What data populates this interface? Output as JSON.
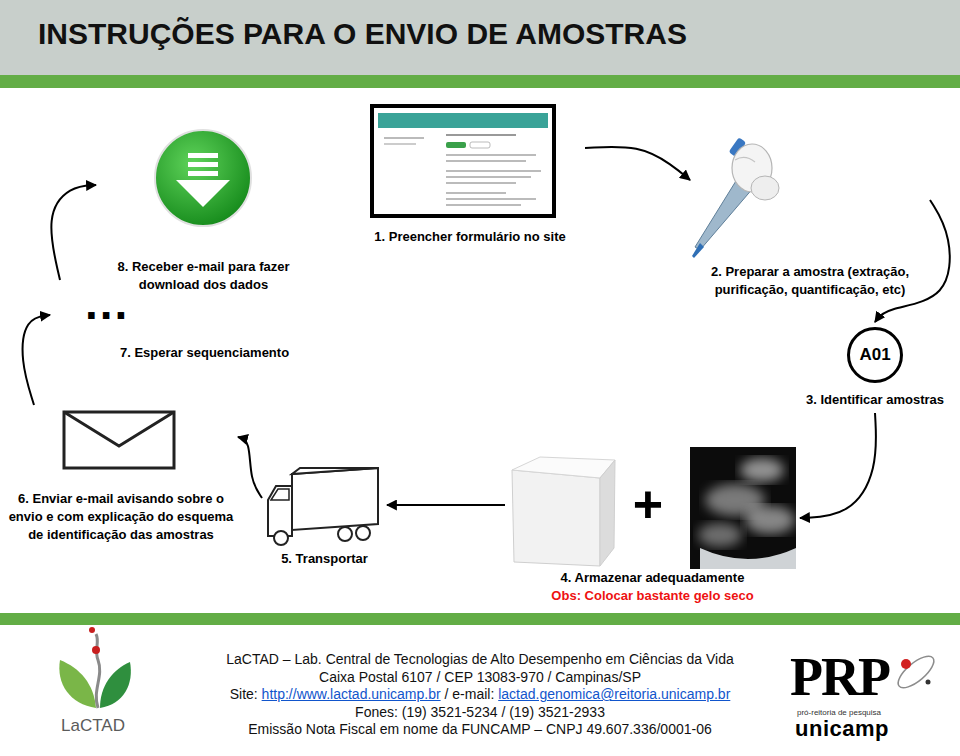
{
  "diagram": {
    "title": "INSTRUÇÕES PARA O ENVIO DE AMOSTRAS",
    "nodes": [
      {
        "text": [
          "1. Preencher formulário no site"
        ]
      },
      {
        "text": [
          "2. Preparar a amostra (extração, purificação, quantificação, etc)"
        ]
      },
      {
        "text": [
          "A01",
          "3. Identificar amostras"
        ]
      },
      {
        "text": [
          "4. Armazenar adequadamente",
          "Obs: Colocar bastante gelo seco"
        ]
      },
      {
        "text": [
          "5. Transportar"
        ]
      },
      {
        "text": [
          "6. Enviar e-mail avisando sobre o envio e com explicação do esquema de identificação das amostras"
        ]
      },
      {
        "text": [
          "...",
          "7. Esperar sequenciamento"
        ]
      },
      {
        "text": [
          "8. Receber e-mail para fazer download dos dados"
        ]
      }
    ],
    "edges": [
      {
        "from": 0,
        "to": 1,
        "arrow": "to"
      },
      {
        "from": 1,
        "to": 2,
        "arrow": "to"
      },
      {
        "from": 2,
        "to": 3,
        "arrow": "to"
      },
      {
        "from": 3,
        "to": 4,
        "arrow": "to"
      },
      {
        "from": 4,
        "to": 5,
        "arrow": "to"
      },
      {
        "from": 5,
        "to": 6,
        "arrow": "to"
      },
      {
        "from": 6,
        "to": 7,
        "arrow": "to"
      }
    ],
    "labels": [
      "+",
      "LaCTAD – Lab. Central de Tecnologias de Alto Desempenho em Ciências da Vida",
      "Caixa Postal 6107 / CEP 13083-970 / Campinas/SP",
      "Site:",
      "http://www.lactad.unicamp.br",
      "/ e-mail:",
      "lactad.genomica@reitoria.unicamp.br",
      "Fones: (19) 3521-5234 / (19) 3521-2933",
      "Emissão Nota Fiscal em nome da FUNCAMP – CNPJ 49.607.336/0001-06",
      "LaCTAD",
      "PRP",
      "pró-reitoria de pesquisa",
      "unicamp"
    ]
  }
}
